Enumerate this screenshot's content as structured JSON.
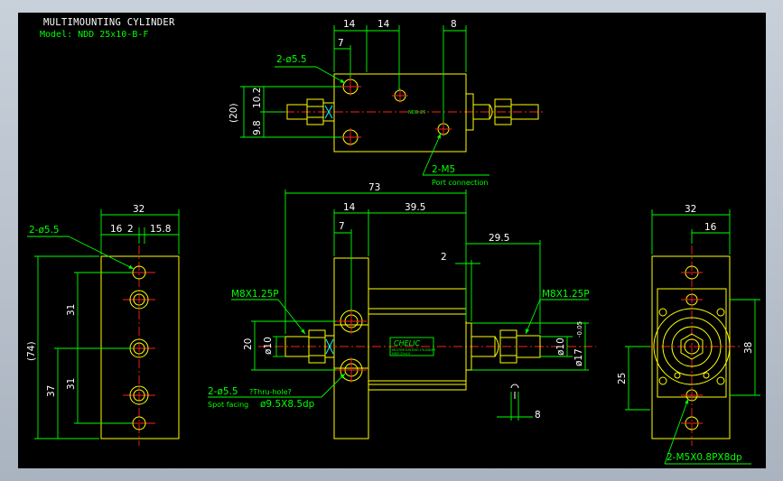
{
  "title_block": {
    "title": "MULTIMOUNTING CYLINDER",
    "model": "Model: NDD 25x10-B-F"
  },
  "top_view": {
    "dims": {
      "d14a": "14",
      "d14b": "14",
      "d8": "8",
      "d7": "7",
      "d10_2": "10.2",
      "d9_8": "9.8",
      "d20": "(20)"
    },
    "labels": {
      "holes": "2-ø5.5",
      "port": "2-M5",
      "port_note": "Port connection",
      "small_text": "NDD 25"
    }
  },
  "front_view": {
    "dims": {
      "d73": "73",
      "d14": "14",
      "d39_5": "39.5",
      "d7": "7",
      "d29_5": "29.5",
      "d2": "2",
      "d20": "20",
      "d10": "ø10",
      "d10r": "ø10",
      "d17": "ø17",
      "d17_tol": "-0.05",
      "d8": "8"
    },
    "labels": {
      "thread_left": "M8X1.25P",
      "thread_right": "M8X1.25P",
      "holes": "2-ø5.5",
      "holes_note": "?Thru-hole?",
      "spot": "Spot facing",
      "spot_dim": "ø9.5X8.5dp",
      "logo": "CHELIC",
      "logo_sub": "MULTIMOUNTING CYLINDER",
      "logo_model": "NDD 25x10"
    }
  },
  "left_view": {
    "dims": {
      "d32": "32",
      "d16": "16",
      "d2": "2",
      "d15_8": "15.8",
      "d74": "(74)",
      "d37": "37",
      "d31a": "31",
      "d31b": "31"
    },
    "labels": {
      "holes": "2-ø5.5"
    }
  },
  "right_view": {
    "dims": {
      "d32": "32",
      "d16": "16",
      "d38": "38",
      "d25": "25"
    },
    "labels": {
      "tapped": "2-M5X0.8PX8dp"
    }
  }
}
